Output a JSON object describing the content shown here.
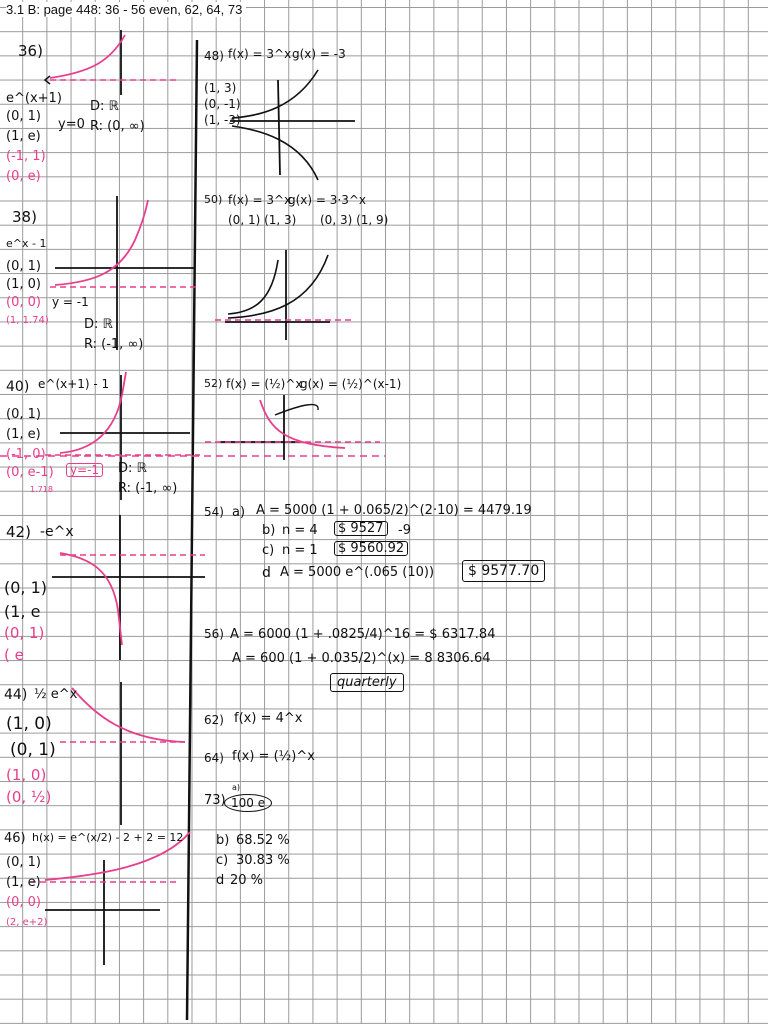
{
  "header": {
    "title": "3.1 B:   page 448:  36 - 56 even, 62, 64, 73"
  },
  "left": {
    "p36": {
      "num": "36)",
      "func": "e^(x+1)",
      "pt1": "(0, 1)",
      "pt2": "(1, e)",
      "pt3": "(-1, 1)",
      "pt4": "(0, e)",
      "asym": "y=0",
      "domain": "D: ℝ",
      "range": "R: (0, ∞)"
    },
    "p38": {
      "num": "38)",
      "func": "e^x - 1",
      "pt1": "(0, 1)",
      "pt2": "(1, 0)",
      "pt3": "(0, 0)",
      "pt4": "(1, 1.74)",
      "asym": "y = -1",
      "domain": "D: ℝ",
      "range": "R: (-1, ∞)"
    },
    "p40": {
      "num": "40)",
      "func": "e^(x+1) - 1",
      "pt1": "(0, 1)",
      "pt2": "(1, e)",
      "pt3": "(-1, 0)",
      "pt4": "(0, e-1)",
      "pt5": "1.718",
      "asym": "y=-1",
      "domain": "D: ℝ",
      "range": "R: (-1, ∞)"
    },
    "p42": {
      "num": "42)",
      "func": "-e^x",
      "pt1": "(0, 1)",
      "pt2": "(1, e",
      "pt3": "(0, 1)",
      "pt4": "( e"
    },
    "p44": {
      "num": "44)",
      "func": "½ e^x",
      "pt1": "(1, 0)",
      "pt2": "(0, 1)",
      "pt3": "(1, 0)",
      "pt4": "(0, ½)"
    },
    "p46": {
      "num": "46)",
      "func": "h(x) = e^(x/2) - 2 + 2 = 12",
      "pt1": "(0, 1)",
      "pt2": "(1, e)",
      "pt3": "(0, 0)",
      "pt4": "(2, e+2)"
    }
  },
  "right": {
    "p48": {
      "num": "48)",
      "f": "f(x) = 3^x",
      "g": "g(x) = -3",
      "pt1": "(1, 3)",
      "pt2": "(0, -1)",
      "pt3": "(1, -3)"
    },
    "p50": {
      "num": "50)",
      "f": "f(x) = 3^x",
      "g": "g(x) = 3·3^x",
      "pts_f": "(0, 1)  (1, 3)",
      "pts_g": "(0, 3) (1, 9)"
    },
    "p52": {
      "num": "52)",
      "f": "f(x) = (½)^x",
      "g": "g(x) = (½)^(x-1)"
    },
    "p54": {
      "num": "54)",
      "a_label": "a)",
      "a": "A = 5000 (1 + 0.065/2)^(2·10) = 4479.19",
      "b_label": "b)",
      "b": "n = 4",
      "b_value": "$ 9527",
      "b_extra": "-9",
      "c_label": "c)",
      "c": "n = 1",
      "c_value": "$ 9560.92",
      "d_label": "d",
      "d": "A = 5000 e^(.065 (10))",
      "d_value": "$ 9577.70"
    },
    "p56": {
      "num": "56)",
      "line1": "A = 6000 (1 + .0825/4)^16 = $ 6317.84",
      "line2": "A = 600 (1 + 0.035/2)^(x) = 8 8306.64",
      "answer": "quarterly"
    },
    "p62": {
      "num": "62)",
      "f": "f(x) = 4^x"
    },
    "p64": {
      "num": "64)",
      "f": "f(x) = (½)^x"
    },
    "p73": {
      "num": "73)",
      "a": "100 e",
      "a_super": "a)",
      "b_label": "b)",
      "b": "68.52 %",
      "c_label": "c)",
      "c": "30.83 %",
      "d_label": "d",
      "d": "20 %"
    }
  },
  "colors": {
    "ink": "#111111",
    "pink": "#e83e8c",
    "grid": "#9a9a9a"
  }
}
